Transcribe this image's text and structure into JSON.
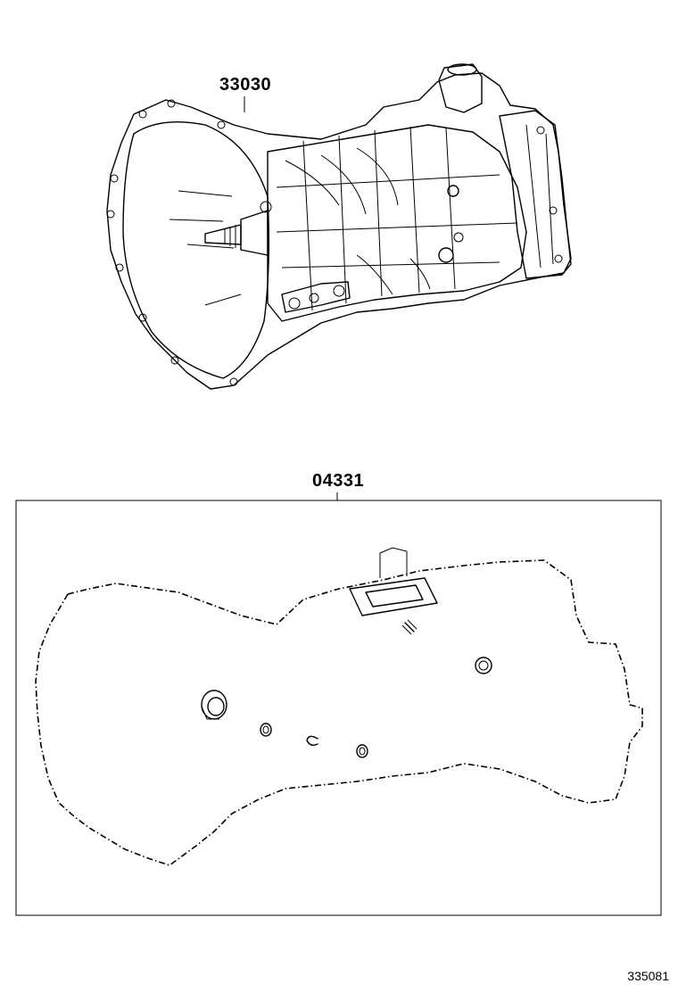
{
  "diagram": {
    "transmission_part_number": "33030",
    "gasket_kit_part_number": "04331",
    "diagram_id": "335081"
  }
}
